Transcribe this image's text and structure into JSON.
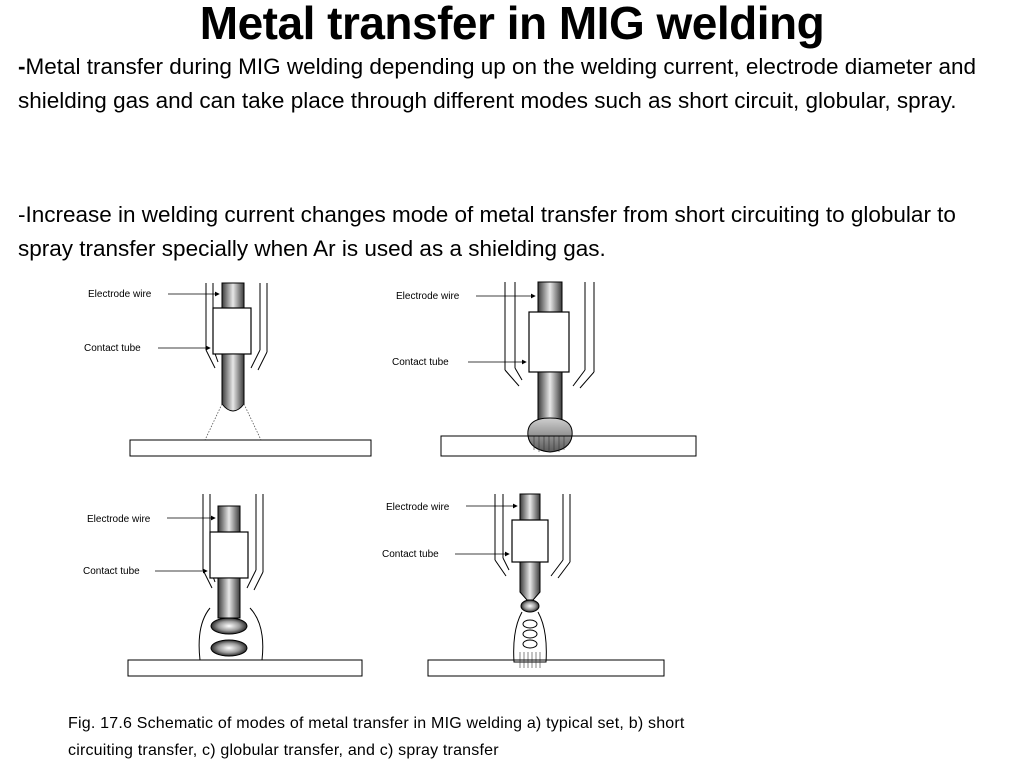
{
  "slide": {
    "title": "Metal transfer in MIG welding",
    "para1_dash": "-",
    "para1_text": "Metal transfer during MIG welding depending up on the welding current, electrode diameter and shielding gas  and can take place through different modes such as short circuit, globular, spray.",
    "para2_text": "-Increase in welding current changes mode of metal transfer from short circuiting to globular to spray transfer specially when Ar is used as a shielding gas.",
    "caption_line1": "Fig. 17.6 Schematic of modes of metal transfer in MIG welding a) typical set, b) short",
    "caption_line2": "circuiting transfer, c) globular transfer, and c) spray transfer"
  },
  "diagram": {
    "label_electrode": "Electrode wire",
    "label_contact": "Contact tube"
  }
}
